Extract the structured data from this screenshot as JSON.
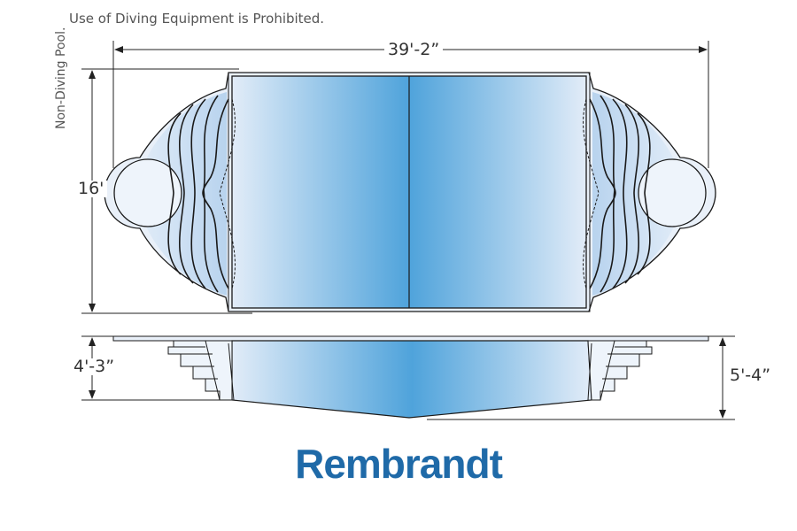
{
  "notes": {
    "equipment": "Use of Diving Equipment is Prohibited.",
    "pool_type": "Non-Diving Pool."
  },
  "dimensions": {
    "length": "39'-2”",
    "width": "16'",
    "shallow_depth": "4'-3”",
    "deep_depth": "5'-4”"
  },
  "title": "Rembrandt",
  "colors": {
    "water_dark": "#4fa3db",
    "water_light": "#dde9f7",
    "outline": "#1a1a1a",
    "title": "#1f6aa8"
  }
}
